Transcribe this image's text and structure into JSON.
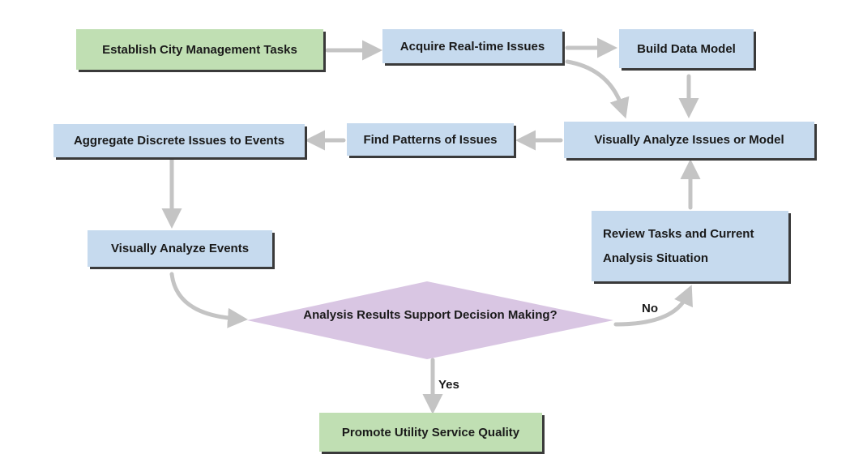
{
  "nodes": {
    "establish": "Establish City Management Tasks",
    "acquire": "Acquire Real-time Issues",
    "build": "Build Data Model",
    "visually_analyze_issues": "Visually Analyze Issues or Model",
    "find_patterns": "Find Patterns of Issues",
    "aggregate": "Aggregate Discrete Issues to Events",
    "visually_analyze_events": "Visually Analyze Events",
    "review_line1": "Review Tasks and Current",
    "review_line2": "Analysis Situation",
    "decision": "Analysis Results Support Decision Making?",
    "promote": "Promote Utility Service Quality"
  },
  "edge_labels": {
    "no": "No",
    "yes": "Yes"
  },
  "colors": {
    "process_box": "#c6daee",
    "terminal_box": "#c0dfb3",
    "decision": "#d9c6e3",
    "arrow": "#c4c4c4"
  }
}
